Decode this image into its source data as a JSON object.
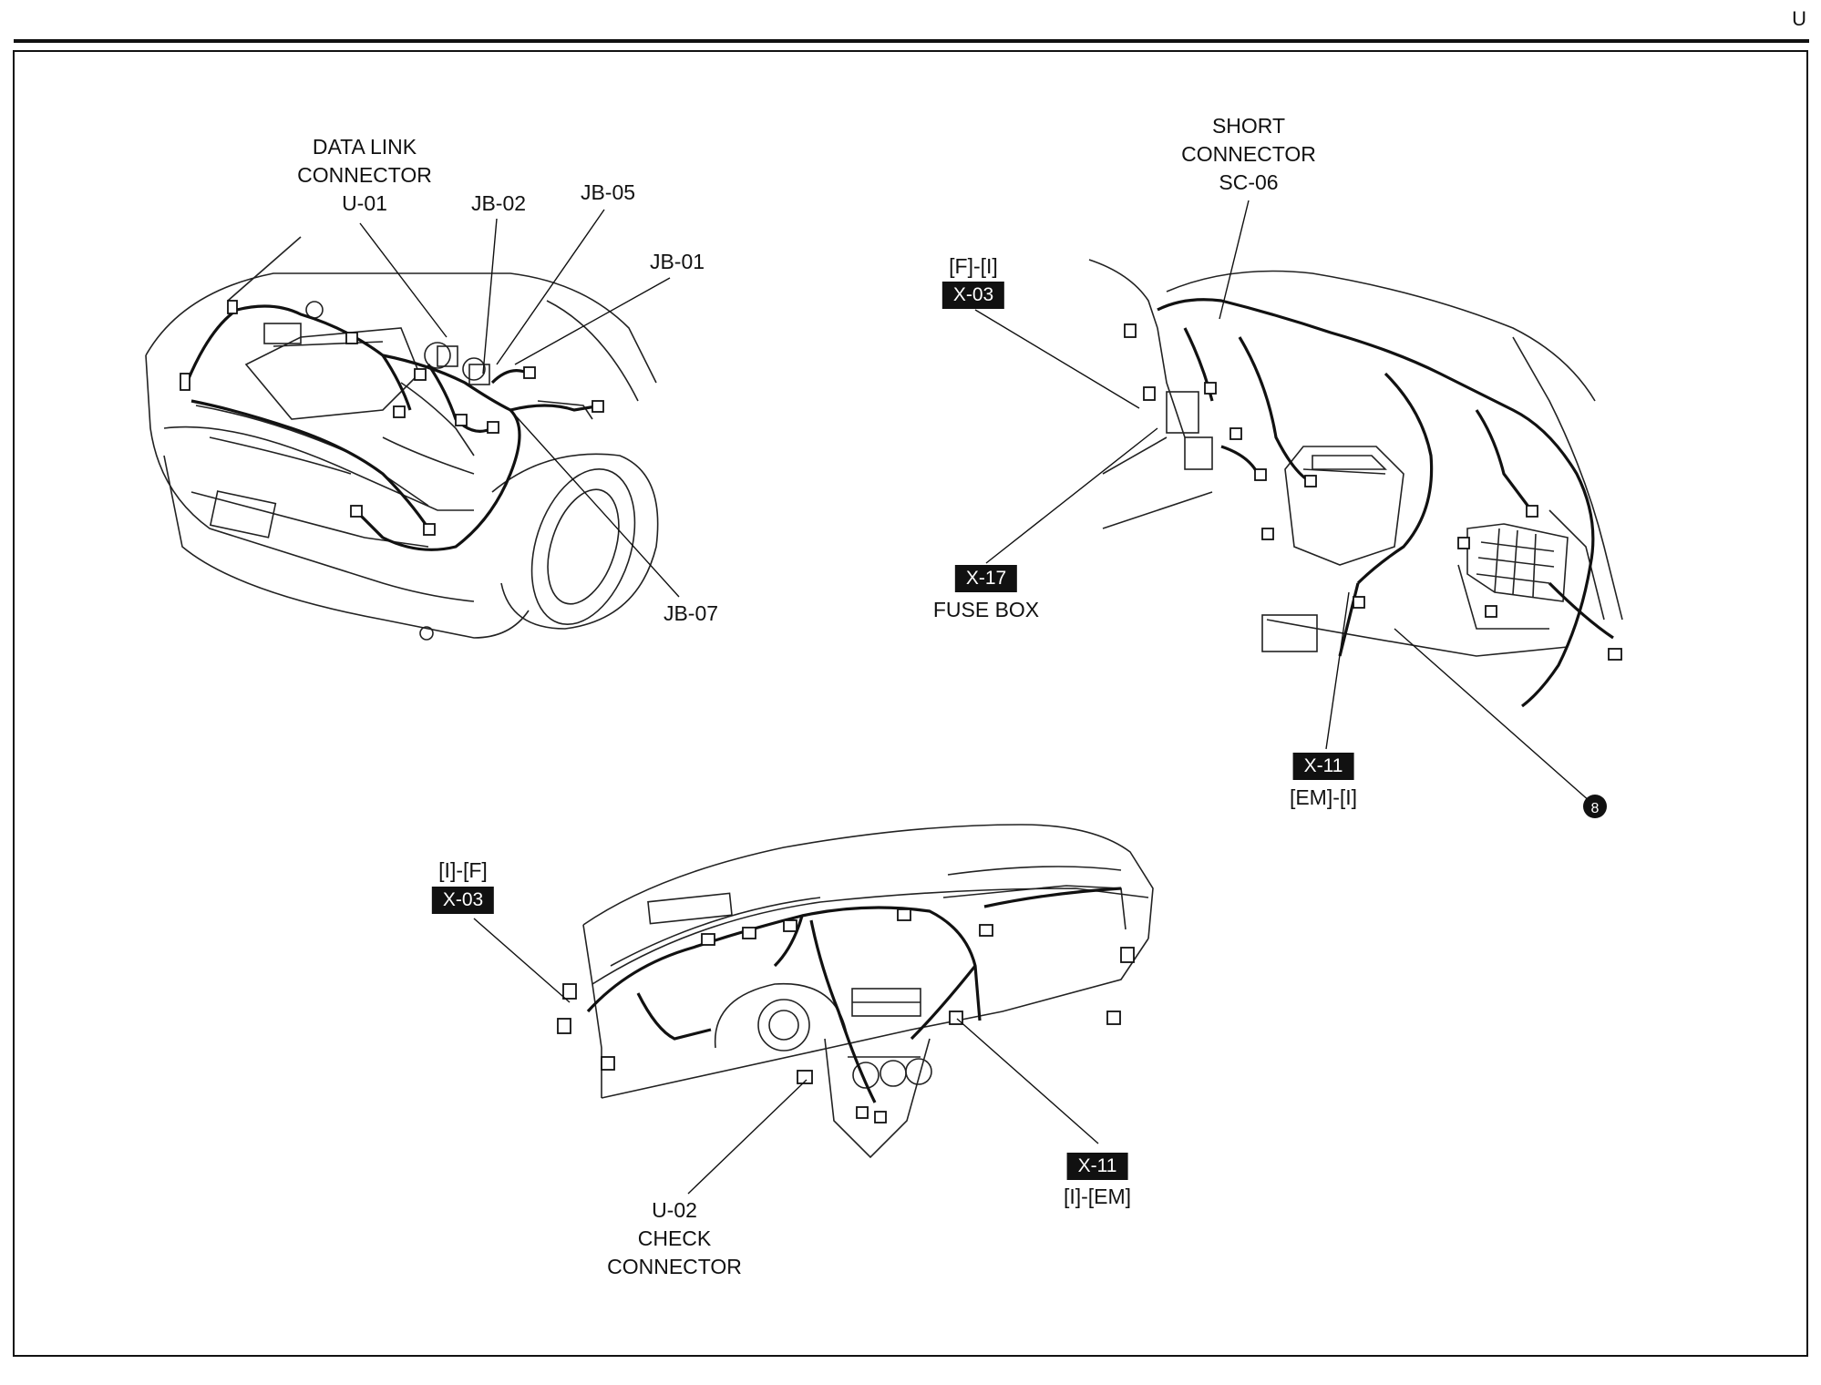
{
  "page_code": "U",
  "labels": {
    "u01": [
      "DATA LINK",
      "CONNECTOR",
      "U-01"
    ],
    "jb02": "JB-02",
    "jb05": "JB-05",
    "jb01": "JB-01",
    "jb07": "JB-07",
    "sc06": [
      "SHORT",
      "CONNECTOR",
      "SC-06"
    ],
    "x03_top_sub": "[F]-[I]",
    "x03_top": "X-03",
    "x17": "X-17",
    "fuse_box": "FUSE BOX",
    "x11_right": "X-11",
    "x11_right_sub": "[EM]-[I]",
    "ground_8": "8",
    "x03_bottom_sub": "[I]-[F]",
    "x03_bottom": "X-03",
    "x11_bottom": "X-11",
    "x11_bottom_sub": "[I]-[EM]",
    "u02": [
      "U-02",
      "CHECK",
      "CONNECTOR"
    ]
  }
}
